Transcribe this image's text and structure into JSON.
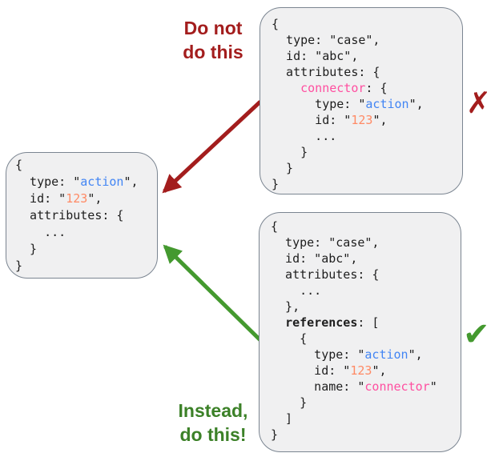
{
  "colors": {
    "background": "#ffffff",
    "code_text": "#1e1e1e",
    "blue": "#4285f4",
    "orange": "#ff8a65",
    "pink": "#ff4fa0",
    "arrow_red": "#a31d1d",
    "arrow_green": "#44992f",
    "label_red": "#a31d1d",
    "label_green": "#3c8128",
    "box_fill": "#f0f0f1",
    "box_border": "#7b8591"
  },
  "annotations": {
    "do_not_label": {
      "lines": [
        "Do not",
        "do this"
      ]
    },
    "instead_label": {
      "lines": [
        "Instead,",
        "do this!"
      ]
    },
    "cross_mark": "✗",
    "check_mark": "✔"
  },
  "code_boxes": {
    "target": {
      "lines": [
        [
          {
            "t": "{"
          }
        ],
        [
          {
            "t": "  type: \""
          },
          {
            "t": "action",
            "c": "blue"
          },
          {
            "t": "\","
          }
        ],
        [
          {
            "t": "  id: \""
          },
          {
            "t": "123",
            "c": "orange"
          },
          {
            "t": "\","
          }
        ],
        [
          {
            "t": "  attributes: {"
          }
        ],
        [
          {
            "t": "    ..."
          }
        ],
        [
          {
            "t": "  }"
          }
        ],
        [
          {
            "t": "}"
          }
        ]
      ]
    },
    "bad": {
      "lines": [
        [
          {
            "t": "{"
          }
        ],
        [
          {
            "t": "  type: \"case\","
          }
        ],
        [
          {
            "t": "  id: \"abc\","
          }
        ],
        [
          {
            "t": "  attributes: {"
          }
        ],
        [
          {
            "t": "    "
          },
          {
            "t": "connector",
            "c": "pink"
          },
          {
            "t": ": {"
          }
        ],
        [
          {
            "t": "      type: \""
          },
          {
            "t": "action",
            "c": "blue"
          },
          {
            "t": "\","
          }
        ],
        [
          {
            "t": "      id: \""
          },
          {
            "t": "123",
            "c": "orange"
          },
          {
            "t": "\","
          }
        ],
        [
          {
            "t": "      ..."
          }
        ],
        [
          {
            "t": "    }"
          }
        ],
        [
          {
            "t": "  }"
          }
        ],
        [
          {
            "t": "}"
          }
        ]
      ]
    },
    "good": {
      "lines": [
        [
          {
            "t": "{"
          }
        ],
        [
          {
            "t": "  type: \"case\","
          }
        ],
        [
          {
            "t": "  id: \"abc\","
          }
        ],
        [
          {
            "t": "  attributes: {"
          }
        ],
        [
          {
            "t": "    ..."
          }
        ],
        [
          {
            "t": "  },"
          }
        ],
        [
          {
            "t": "  "
          },
          {
            "t": "references",
            "b": true
          },
          {
            "t": ": ["
          }
        ],
        [
          {
            "t": "    {"
          }
        ],
        [
          {
            "t": "      type: \""
          },
          {
            "t": "action",
            "c": "blue"
          },
          {
            "t": "\","
          }
        ],
        [
          {
            "t": "      id: \""
          },
          {
            "t": "123",
            "c": "orange"
          },
          {
            "t": "\","
          }
        ],
        [
          {
            "t": "      name: \""
          },
          {
            "t": "connector",
            "c": "pink"
          },
          {
            "t": "\""
          }
        ],
        [
          {
            "t": "    }"
          }
        ],
        [
          {
            "t": "  ]"
          }
        ],
        [
          {
            "t": "}"
          }
        ]
      ]
    }
  }
}
